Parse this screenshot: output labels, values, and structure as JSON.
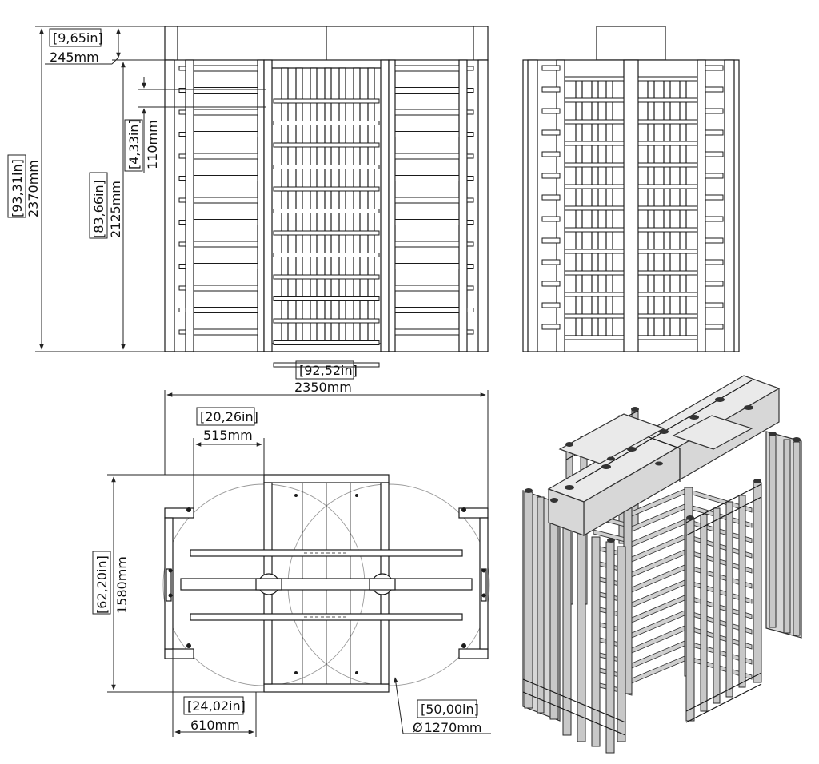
{
  "dimensions": {
    "depth_cap": {
      "in": "[9,65in]",
      "mm": "245mm"
    },
    "total_height": {
      "in": "[93,31in]",
      "mm": "2370mm"
    },
    "frame_height": {
      "in": "[83,66in]",
      "mm": "2125mm"
    },
    "bar_pitch": {
      "in": "[4,33in]",
      "mm": "110mm"
    },
    "overall_width": {
      "in": "[92,52in]",
      "mm": "2350mm"
    },
    "wing_offset": {
      "in": "[20,26in]",
      "mm": "515mm"
    },
    "overall_depth": {
      "in": "[62,20in]",
      "mm": "1580mm"
    },
    "lane_width": {
      "in": "[24,02in]",
      "mm": "610mm"
    },
    "rotor_diameter": {
      "in": "[50,00in]",
      "mm": "1270mm",
      "symbol": "Ø"
    }
  },
  "views": [
    "front-elevation",
    "side-elevation",
    "plan-view",
    "isometric-view"
  ],
  "colors": {
    "line": "#1a1a1a",
    "construction_circle": "#9a9a9a",
    "iso_fill": "#d7d7d7"
  }
}
